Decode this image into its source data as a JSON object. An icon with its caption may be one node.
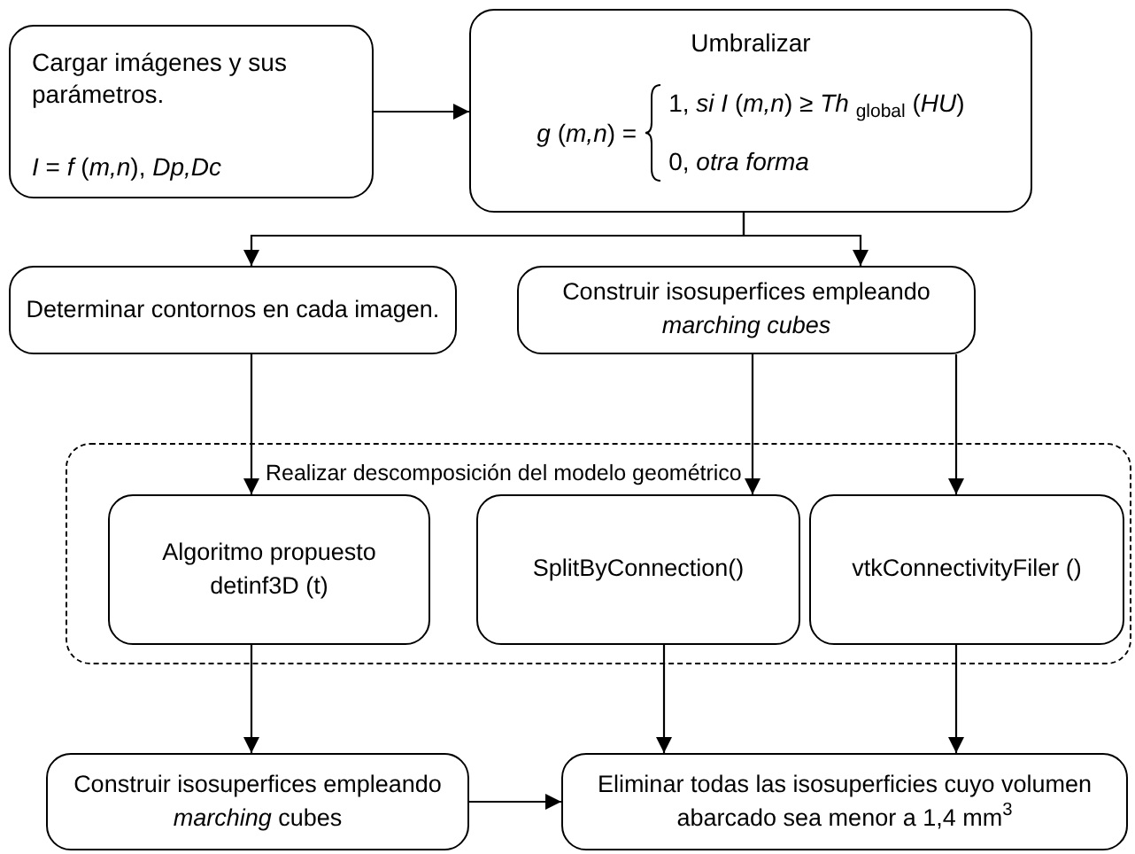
{
  "diagram": {
    "nodes": [
      {
        "text": [
          "Cargar imágenes y sus parámetros.",
          "*I* = *f* (*m,n*), *Dp,Dc*"
        ]
      },
      {
        "text": [
          "Umbralizar",
          "*g* (*m,n*) =",
          "1, *si I* (*m,n*) ≥ *Th* $_{global}$ (*HU*)",
          "0, *otra forma*"
        ]
      },
      {
        "text": [
          "Determinar contornos en cada imagen."
        ]
      },
      {
        "text": [
          "Construir isosuperfices empleando *marching cubes*"
        ]
      },
      {
        "text": [
          "Realizar descomposición del modelo geométrico"
        ]
      },
      {
        "text": [
          "Algoritmo propuesto detinf3D (t)"
        ],
        "in": 4
      },
      {
        "text": [
          "SplitByConnection()"
        ],
        "in": 4
      },
      {
        "text": [
          "vtkConnectivityFiler ()"
        ],
        "in": 4
      },
      {
        "text": [
          "Construir isosuperfices empleando *marching* cubes"
        ]
      },
      {
        "text": [
          "Eliminar todas las isosuperficies cuyo volumen abarcado sea menor a 1,4 mm$^{3}$"
        ]
      }
    ],
    "edges": [
      {
        "from": 0,
        "to": 1,
        "arrow": "to"
      },
      {
        "from": 1,
        "to": 2,
        "arrow": "to"
      },
      {
        "from": 1,
        "to": 3,
        "arrow": "to"
      },
      {
        "from": 2,
        "to": 5,
        "arrow": "to"
      },
      {
        "from": 3,
        "to": 6,
        "arrow": "to"
      },
      {
        "from": 3,
        "to": 7,
        "arrow": "to"
      },
      {
        "from": 5,
        "to": 8,
        "arrow": "to"
      },
      {
        "from": 6,
        "to": 9,
        "arrow": "to"
      },
      {
        "from": 7,
        "to": 9,
        "arrow": "to"
      },
      {
        "from": 8,
        "to": 9,
        "arrow": "to"
      }
    ]
  }
}
